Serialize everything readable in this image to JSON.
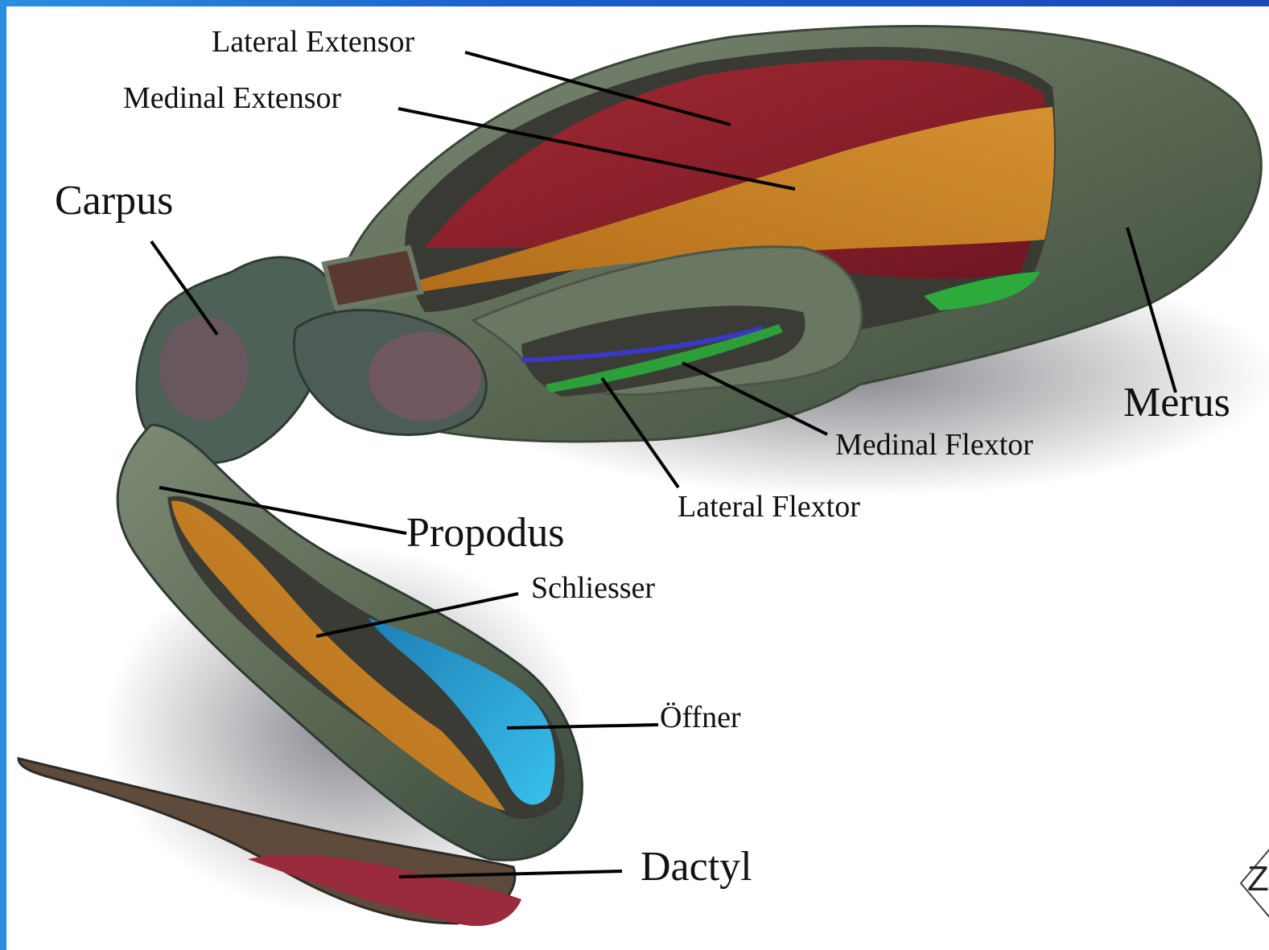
{
  "labels": {
    "lateral_extensor": "Lateral Extensor",
    "medinal_extensor": "Medinal Extensor",
    "carpus": "Carpus",
    "merus": "Merus",
    "medinal_flextor": "Medinal Flextor",
    "lateral_flextor": "Lateral Flextor",
    "propodus": "Propodus",
    "schliesser": "Schliesser",
    "offner": "Öffner",
    "dactyl": "Dactyl"
  },
  "nav_button": {
    "label": "Z"
  },
  "colors": {
    "border_blue": "#1a55c8",
    "exoskeleton": "#5e6f55",
    "extensor_red": "#8c1f2a",
    "extensor_orange": "#c07a1e",
    "flexor_green": "#2c9e3a",
    "flexor_blue": "#3a38c8",
    "offner_blue": "#2aa6d8",
    "dactyl_red": "#9a2b3c"
  }
}
